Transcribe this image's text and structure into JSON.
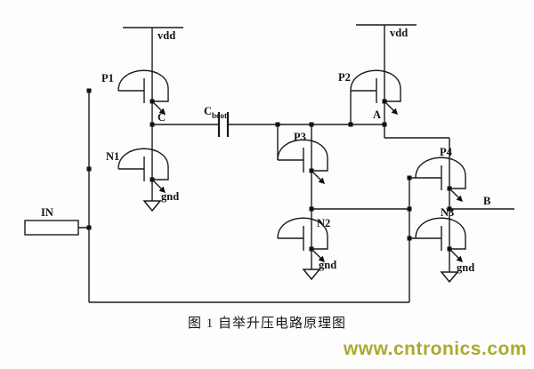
{
  "diagram": {
    "caption": "图 1 自举升压电路原理图",
    "watermark": "www.cntronics.com",
    "watermark_color": "#aaaa2e",
    "ink_color": "#1a1a1a",
    "labels": {
      "vdd_left": "vdd",
      "vdd_right": "vdd",
      "p1": "P1",
      "p2": "P2",
      "p3": "P3",
      "p4": "P4",
      "n1": "N1",
      "n2": "N2",
      "n3": "N3",
      "node_c": "C",
      "node_a": "A",
      "node_b": "B",
      "cboot_main": "C",
      "cboot_sub": "boot",
      "gnd1": "gnd",
      "gnd2": "gnd",
      "gnd3": "gnd",
      "in": "IN"
    }
  }
}
